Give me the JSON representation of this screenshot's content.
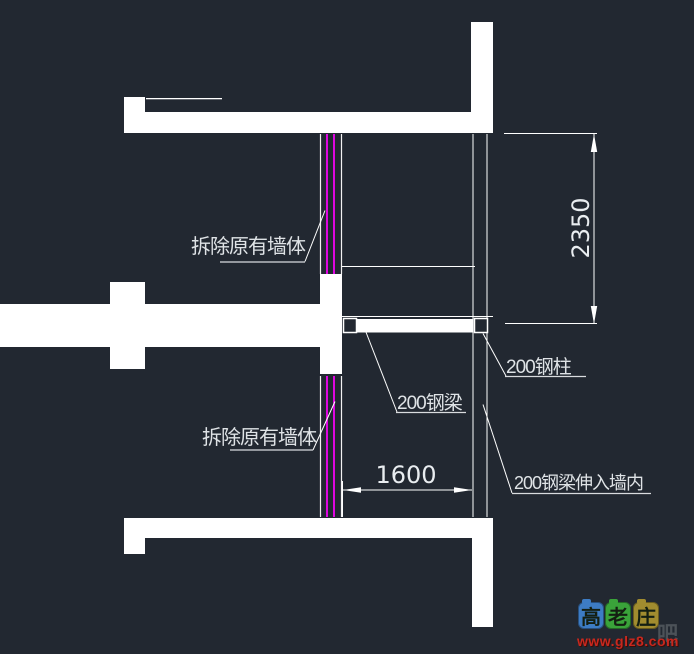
{
  "drawing": {
    "annotations": {
      "demolish_upper": {
        "text": "拆除原有墙体"
      },
      "demolish_lower": {
        "text": "拆除原有墙体"
      },
      "steel_beam": {
        "text": "200钢梁"
      },
      "steel_column": {
        "text": "200钢柱"
      },
      "steel_beam_into_wall": {
        "text": "200钢梁伸入墙内"
      }
    },
    "dimensions": {
      "height_mm": "2350",
      "width_mm": "1600"
    },
    "colors": {
      "background": "#222831",
      "wall_fill": "#ffffff",
      "line": "#ffffff",
      "demolition_hatch": "#ff00ff",
      "text": "#dfe3e6"
    }
  },
  "watermark": {
    "tiles": [
      {
        "char": "高",
        "color": "#3d7cc4"
      },
      {
        "char": "老",
        "color": "#3aa33a"
      },
      {
        "char": "庄",
        "color": "#a18c2f"
      }
    ],
    "suffix": "吧",
    "url": "www.glz8.com",
    "url_color": "#c8281e"
  }
}
